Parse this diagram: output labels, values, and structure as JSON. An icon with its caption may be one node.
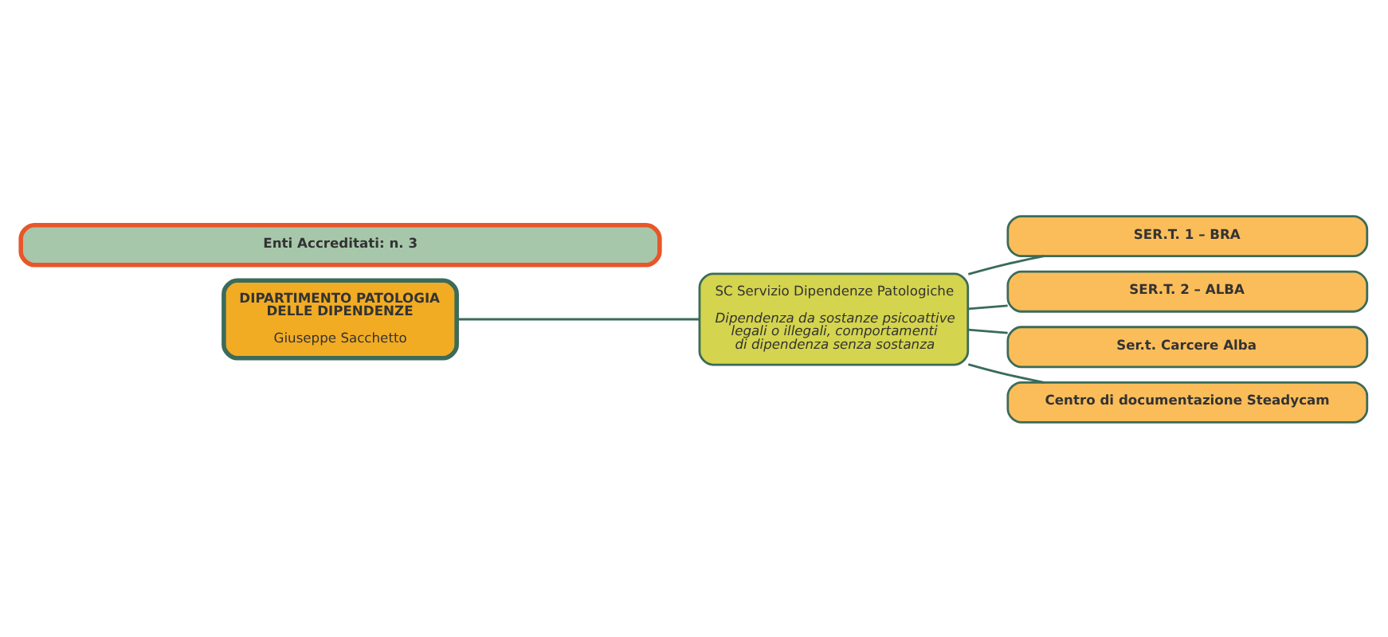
{
  "diagram": {
    "nodes": [
      {
        "text": [
          "DIPARTIMENTO PATOLOGIA DELLE DIPENDENZE",
          "Giuseppe Sacchetto"
        ]
      },
      {
        "text": [
          "SC Servizio Dipendenze Patologiche",
          "Dipendenza da sostanze psicoattive legali o illegali, comportamenti di dipendenza senza sostanza"
        ]
      },
      {
        "text": [
          "SER.T. 1 – BRA"
        ]
      },
      {
        "text": [
          "SER.T. 2 – ALBA"
        ]
      },
      {
        "text": [
          "Ser.t. Carcere Alba"
        ]
      },
      {
        "text": [
          "Centro di documentazione Steadycam"
        ]
      },
      {
        "text": [
          "Enti Accreditati: n. 3"
        ]
      }
    ],
    "edges": [
      {
        "from": 0,
        "to": 1,
        "arrow": "none"
      },
      {
        "from": 1,
        "to": 2,
        "arrow": "none"
      },
      {
        "from": 1,
        "to": 3,
        "arrow": "none"
      },
      {
        "from": 1,
        "to": 4,
        "arrow": "none"
      },
      {
        "from": 1,
        "to": 5,
        "arrow": "none"
      }
    ]
  }
}
